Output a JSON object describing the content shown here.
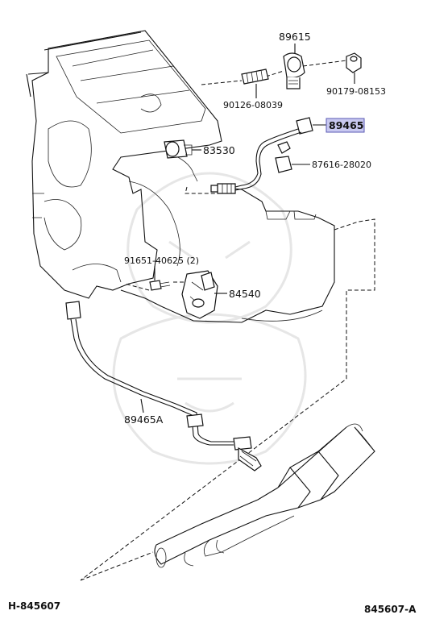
{
  "parts": {
    "p89615": "89615",
    "p90179": "90179-08153",
    "p90126": "90126-08039",
    "p89465": "89465",
    "p83530": "83530",
    "p87616": "87616-28020",
    "p91651": "91651-40625 (2)",
    "p84540": "84540",
    "p89465A": "89465A"
  },
  "footer": {
    "left": "H-845607",
    "right": "845607-A"
  },
  "colors": {
    "highlight": "#c8c8f0",
    "highlight_border": "#5a5ab4"
  }
}
